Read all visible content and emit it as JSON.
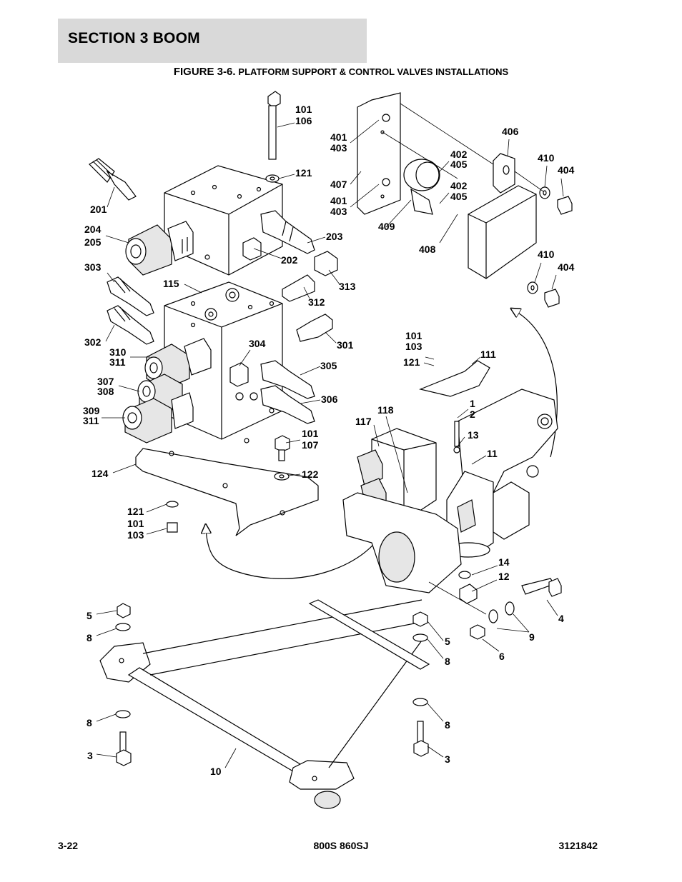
{
  "header": {
    "section": "SECTION 3   BOOM"
  },
  "figure": {
    "number": "FIGURE 3-6.",
    "caption": "PLATFORM SUPPORT & CONTROL VALVES INSTALLATIONS"
  },
  "callouts": {
    "c101a": "101",
    "c106": "106",
    "c121a": "121",
    "c201": "201",
    "c204": "204",
    "c205": "205",
    "c203": "203",
    "c202": "202",
    "c303": "303",
    "c115": "115",
    "c313": "313",
    "c312": "312",
    "c302": "302",
    "c310": "310",
    "c311a": "311",
    "c304": "304",
    "c301": "301",
    "c305": "305",
    "c307": "307",
    "c308": "308",
    "c306": "306",
    "c309": "309",
    "c311b": "311",
    "c101b": "101",
    "c107": "107",
    "c124": "124",
    "c122": "122",
    "c121b": "121",
    "c101c": "101",
    "c103a": "103",
    "c401a": "401",
    "c403a": "403",
    "c407": "407",
    "c401b": "401",
    "c403b": "403",
    "c409": "409",
    "c402a": "402",
    "c405a": "405",
    "c402b": "402",
    "c405b": "405",
    "c408": "408",
    "c406": "406",
    "c410a": "410",
    "c404a": "404",
    "c410b": "410",
    "c404b": "404",
    "c101d": "101",
    "c103b": "103",
    "c121c": "121",
    "c111": "111",
    "c118": "118",
    "c117": "117",
    "c1": "1",
    "c2": "2",
    "c13": "13",
    "c11": "11",
    "c14": "14",
    "c12": "12",
    "c5a": "5",
    "c8a": "8",
    "c5b": "5",
    "c8b": "8",
    "c4": "4",
    "c9": "9",
    "c6": "6",
    "c8c": "8",
    "c8d": "8",
    "c3a": "3",
    "c3b": "3",
    "c10": "10"
  },
  "footer": {
    "page": "3-22",
    "model": "800S 860SJ",
    "doc_number": "3121842"
  }
}
